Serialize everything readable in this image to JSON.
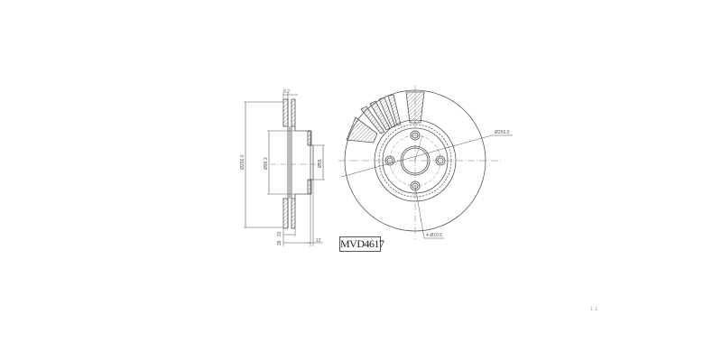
{
  "drawing": {
    "title": "Ventilated brake disc technical drawing",
    "part_number": "MVD4617",
    "page_mark": "1 1",
    "side_view": {
      "dimensions": {
        "outer_diameter": "Ø256.0",
        "hub_diameter": "Ø96.3",
        "center_bore": "Ø55",
        "top_flange": "8.2",
        "disc_thickness": "22",
        "overall_height": "39",
        "hub_offset": "12"
      }
    },
    "front_view": {
      "dimensions": {
        "outer_diameter_callout": "Ø256.0",
        "bolt_holes_callout": "4-Ø10.5"
      },
      "bolt_hole_count": 4
    },
    "colors": {
      "line": "#555555",
      "hatch": "#777777",
      "background": "#ffffff"
    }
  }
}
